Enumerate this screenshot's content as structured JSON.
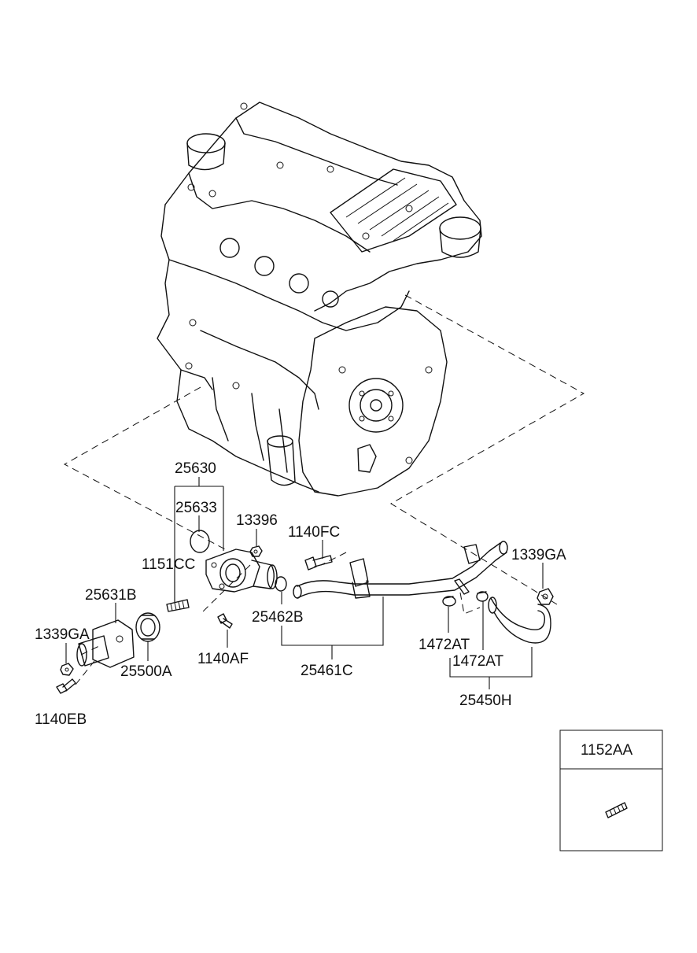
{
  "labels": {
    "p25630": "25630",
    "p25633": "25633",
    "p13396": "13396",
    "p1140FC": "1140FC",
    "p1339GA_right": "1339GA",
    "p1151CC": "1151CC",
    "p25631B": "25631B",
    "p25462B": "25462B",
    "p1339GA_left": "1339GA",
    "p1472AT_a": "1472AT",
    "p1140AF": "1140AF",
    "p1472AT_b": "1472AT",
    "p25500A": "25500A",
    "p25461C": "25461C",
    "p25450H": "25450H",
    "p1140EB": "1140EB"
  },
  "inset": {
    "title": "1152AA"
  }
}
